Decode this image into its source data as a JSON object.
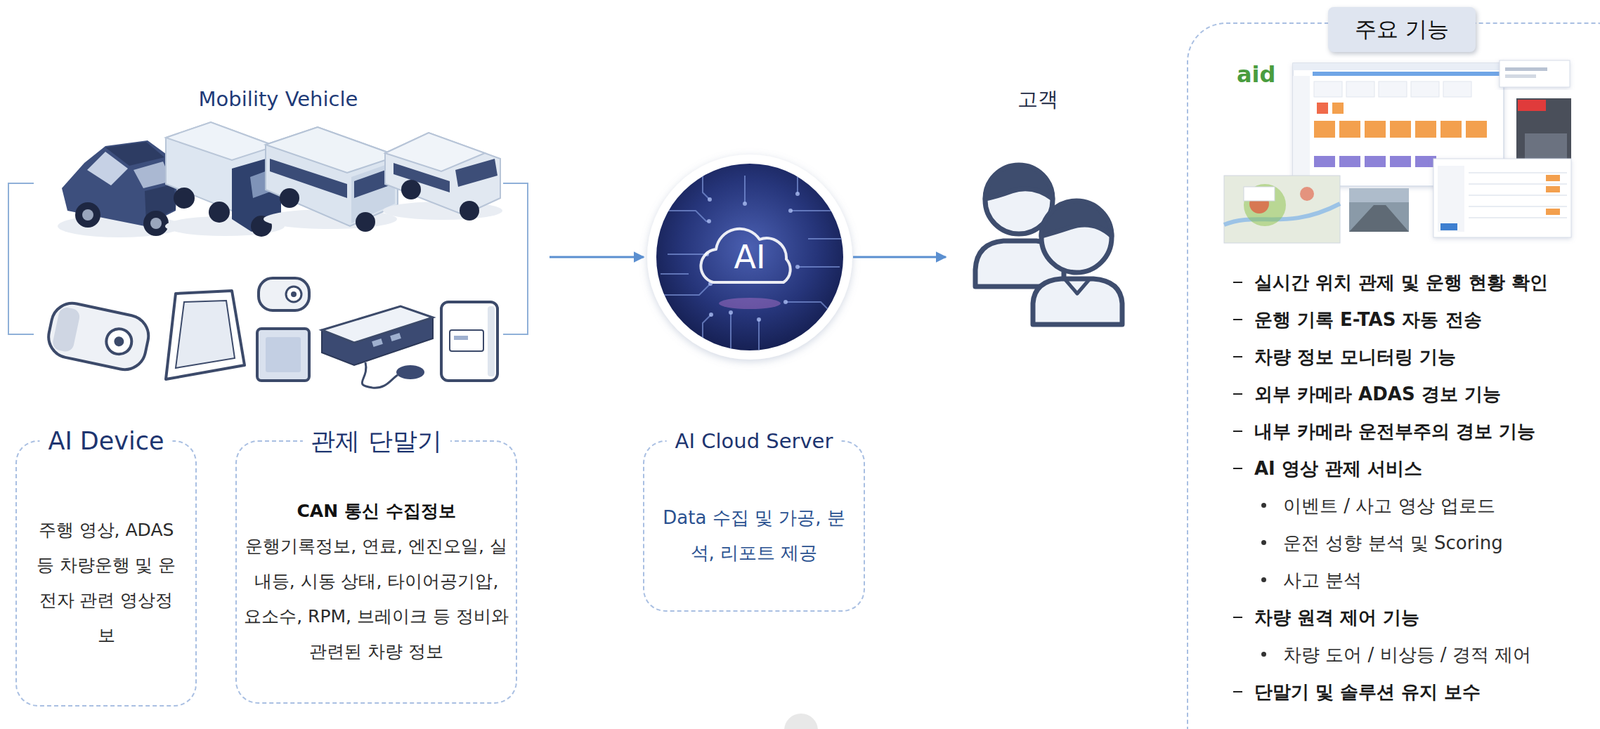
{
  "diagram": {
    "nodes": [
      {
        "text": [
          "Mobility Vehicle"
        ]
      },
      {
        "text": [
          "AI"
        ]
      },
      {
        "text": [
          "고객"
        ]
      },
      {
        "text": [
          "주요 기능",
          "실시간 위치 관제 및 운행 현황 확인",
          "운행 기록 E-TAS 자동 전송",
          "차량 정보 모니터링 기능",
          "외부 카메라 ADAS 경보 기능",
          "내부 카메라 운전부주의 경보 기능",
          "AI 영상 관제 서비스",
          "이벤트 / 사고 영상 업로드",
          "운전 성향 분석 및 Scoring",
          "사고 분석",
          "차량 원격 제어 기능",
          "차량 도어 / 비상등 / 경적 제어",
          "단말기 및 솔루션 유지 보수"
        ]
      },
      {
        "text": [
          "AI Device",
          "주행 영상, ADAS 등 차량운행 및 운전자 관련 영상정보"
        ]
      },
      {
        "text": [
          "관제 단말기",
          "CAN 통신 수집정보",
          "운행기록정보, 연료, 엔진오일, 실내등, 시동 상태, 타이어공기압, 요소수, RPM, 브레이크 등 정비와 관련된 차량 정보"
        ]
      },
      {
        "text": [
          "AI Cloud Server",
          "Data 수집 및 가공, 분석, 리포트 제공"
        ]
      }
    ],
    "edges": [
      {
        "from": 0,
        "to": 1,
        "arrow": "to"
      },
      {
        "from": 1,
        "to": 2,
        "arrow": "to"
      }
    ],
    "labels": [
      "aid"
    ]
  }
}
